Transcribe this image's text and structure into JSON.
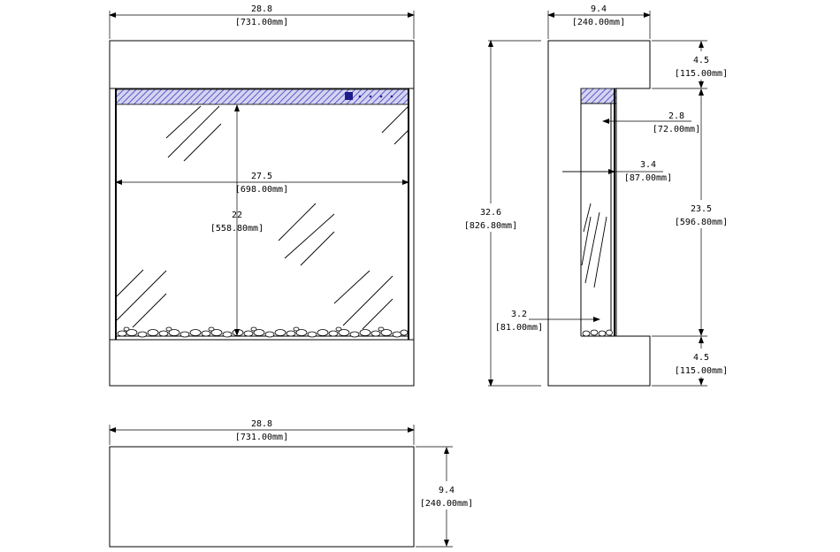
{
  "front_view": {
    "width_in": "28.8",
    "width_mm": "[731.00mm]",
    "glass_width_in": "27.5",
    "glass_width_mm": "[698.00mm]",
    "glass_height_in": "22",
    "glass_height_mm": "[558.80mm]"
  },
  "side_view": {
    "depth_in": "9.4",
    "depth_mm": "[240.00mm]",
    "total_height_in": "32.6",
    "total_height_mm": "[826.80mm]",
    "top_band_in": "4.5",
    "top_band_mm": "[115.00mm]",
    "recess_top_in": "2.8",
    "recess_top_mm": "[72.00mm]",
    "recess_mid_in": "3.4",
    "recess_mid_mm": "[87.00mm]",
    "opening_height_in": "23.5",
    "opening_height_mm": "[596.80mm]",
    "recess_bottom_in": "3.2",
    "recess_bottom_mm": "[81.00mm]",
    "bottom_band_in": "4.5",
    "bottom_band_mm": "[115.00mm]"
  },
  "top_view": {
    "width_in": "28.8",
    "width_mm": "[731.00mm]",
    "depth_in": "9.4",
    "depth_mm": "[240.00mm]"
  },
  "colors": {
    "control_strip": "#6a6acd",
    "line": "#000000"
  },
  "icons": [
    "control-panel-icon"
  ]
}
